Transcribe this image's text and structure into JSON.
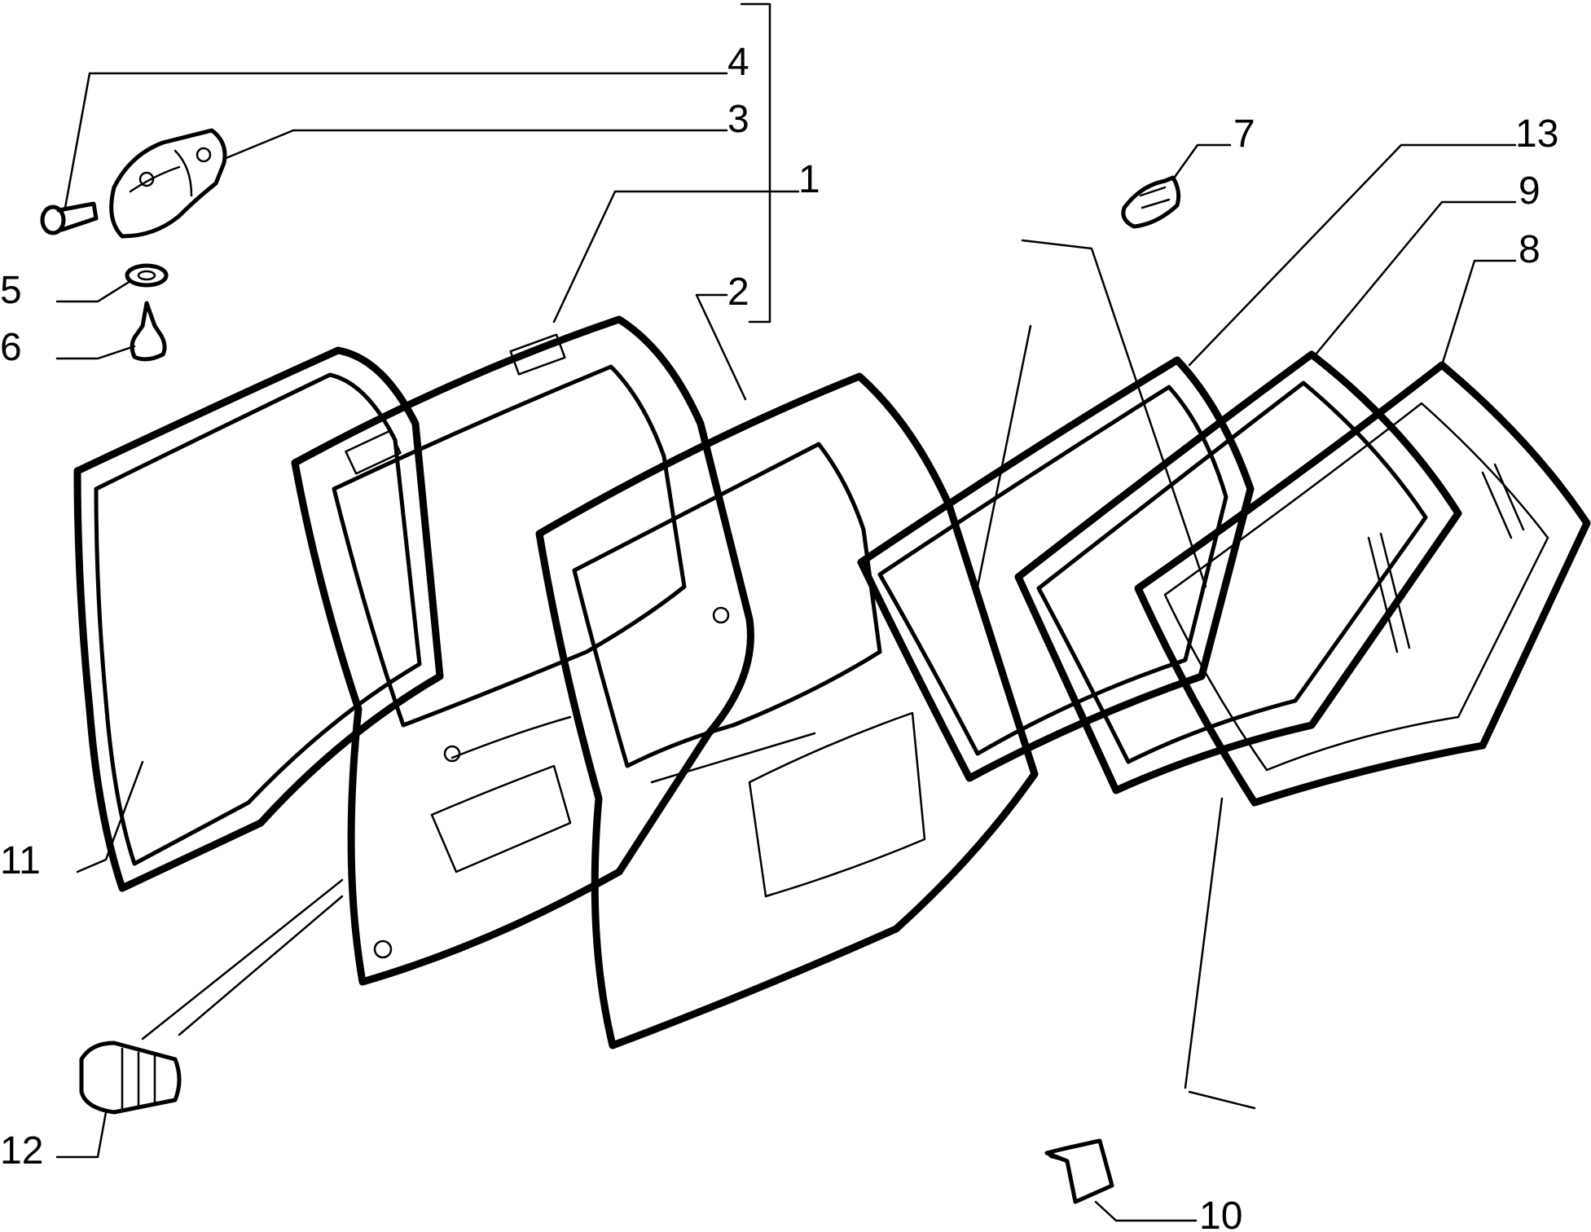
{
  "diagram": {
    "callouts": [
      {
        "id": "1",
        "text": "1"
      },
      {
        "id": "2",
        "text": "2"
      },
      {
        "id": "3",
        "text": "3"
      },
      {
        "id": "4",
        "text": "4"
      },
      {
        "id": "5",
        "text": "5"
      },
      {
        "id": "6",
        "text": "6"
      },
      {
        "id": "7",
        "text": "7"
      },
      {
        "id": "8",
        "text": "8"
      },
      {
        "id": "9",
        "text": "9"
      },
      {
        "id": "10",
        "text": "10"
      },
      {
        "id": "11",
        "text": "11"
      },
      {
        "id": "12",
        "text": "12"
      },
      {
        "id": "13",
        "text": "13"
      }
    ],
    "line_color": "#000000",
    "background_color": "#ffffff"
  }
}
